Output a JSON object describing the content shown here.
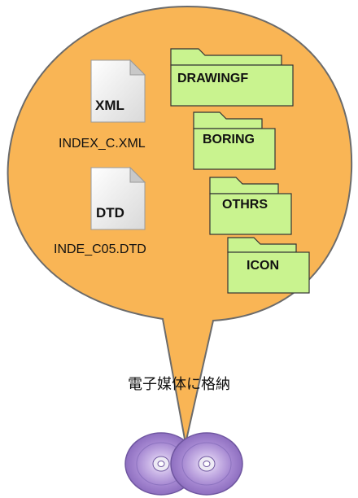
{
  "files": [
    {
      "icon": "xml-file-icon",
      "badge": "XML",
      "name": "INDEX_C.XML"
    },
    {
      "icon": "dtd-file-icon",
      "badge": "DTD",
      "name": "INDE_C05.DTD"
    }
  ],
  "folders": [
    {
      "icon": "folder-icon",
      "label": "DRAWINGF"
    },
    {
      "icon": "folder-icon",
      "label": "BORING"
    },
    {
      "icon": "folder-icon",
      "label": "OTHRS"
    },
    {
      "icon": "folder-icon",
      "label": "ICON"
    }
  ],
  "caption": "電子媒体に格納",
  "media": {
    "icon": "cd-disc-icon",
    "count": 2
  },
  "colors": {
    "bubble_fill": "#F9B555",
    "bubble_stroke": "#6B6B6B",
    "folder_fill": "#C9F38F",
    "folder_stroke": "#333333",
    "disc": "#B79ADB"
  }
}
